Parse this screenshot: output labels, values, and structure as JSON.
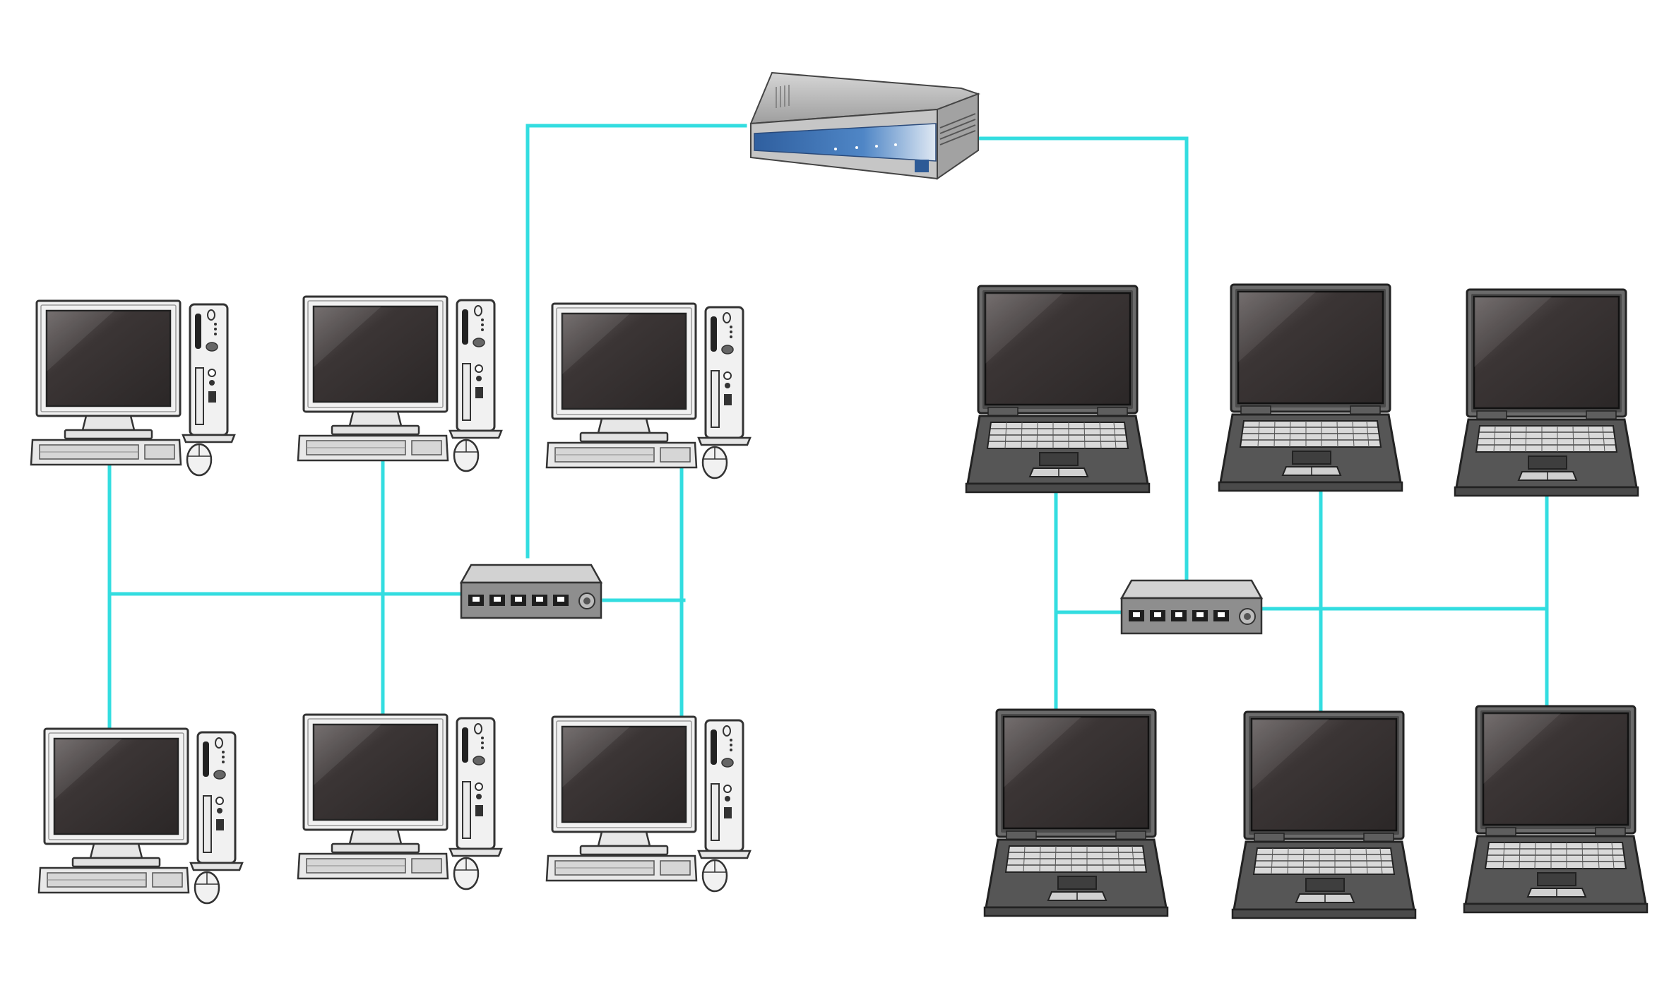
{
  "diagram": {
    "background": "#ffffff",
    "colors": {
      "cable": "#33dde0",
      "pc_body": "#f1f1f1",
      "pc_outline": "#333333",
      "screen": "#3a3434",
      "laptop_body": "#5a5a5a",
      "laptop_key": "#e4e4e4",
      "router_body": "#b4b4b4",
      "router_front": "#3a6fb0",
      "switch_body": "#8c8c8c",
      "switch_top": "#d0d0d0"
    },
    "nodes": [
      {
        "id": "router",
        "type": "router",
        "icon": "router-icon"
      },
      {
        "id": "switch-left",
        "type": "switch",
        "icon": "switch-icon"
      },
      {
        "id": "switch-right",
        "type": "switch",
        "icon": "switch-icon"
      },
      {
        "id": "pc-1",
        "type": "desktop",
        "icon": "desktop-computer-icon"
      },
      {
        "id": "pc-2",
        "type": "desktop",
        "icon": "desktop-computer-icon"
      },
      {
        "id": "pc-3",
        "type": "desktop",
        "icon": "desktop-computer-icon"
      },
      {
        "id": "pc-4",
        "type": "desktop",
        "icon": "desktop-computer-icon"
      },
      {
        "id": "pc-5",
        "type": "desktop",
        "icon": "desktop-computer-icon"
      },
      {
        "id": "pc-6",
        "type": "desktop",
        "icon": "desktop-computer-icon"
      },
      {
        "id": "laptop-1",
        "type": "laptop",
        "icon": "laptop-icon"
      },
      {
        "id": "laptop-2",
        "type": "laptop",
        "icon": "laptop-icon"
      },
      {
        "id": "laptop-3",
        "type": "laptop",
        "icon": "laptop-icon"
      },
      {
        "id": "laptop-4",
        "type": "laptop",
        "icon": "laptop-icon"
      },
      {
        "id": "laptop-5",
        "type": "laptop",
        "icon": "laptop-icon"
      },
      {
        "id": "laptop-6",
        "type": "laptop",
        "icon": "laptop-icon"
      }
    ],
    "links": [
      {
        "from": "router",
        "to": "switch-left"
      },
      {
        "from": "router",
        "to": "switch-right"
      },
      {
        "from": "switch-left",
        "to": "pc-1"
      },
      {
        "from": "switch-left",
        "to": "pc-2"
      },
      {
        "from": "switch-left",
        "to": "pc-3"
      },
      {
        "from": "switch-left",
        "to": "pc-4"
      },
      {
        "from": "switch-left",
        "to": "pc-5"
      },
      {
        "from": "switch-left",
        "to": "pc-6"
      },
      {
        "from": "switch-right",
        "to": "laptop-1"
      },
      {
        "from": "switch-right",
        "to": "laptop-2"
      },
      {
        "from": "switch-right",
        "to": "laptop-3"
      },
      {
        "from": "switch-right",
        "to": "laptop-4"
      },
      {
        "from": "switch-right",
        "to": "laptop-5"
      },
      {
        "from": "switch-right",
        "to": "laptop-6"
      }
    ]
  }
}
